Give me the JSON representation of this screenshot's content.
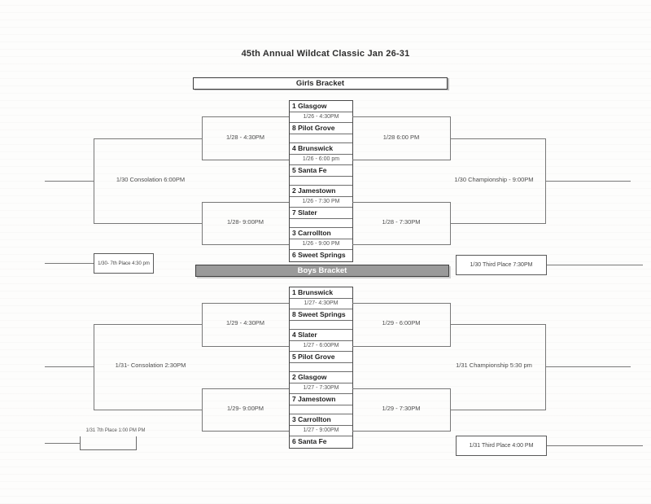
{
  "title": "45th Annual Wildcat Classic Jan 26-31",
  "colors": {
    "boys_band_bg": "#9a9a9a",
    "bracket_line": "#787878",
    "text": "#2e2e2e"
  },
  "girls": {
    "header_label": "Girls Bracket",
    "games": [
      {
        "top": "1 Glasgow",
        "time": "1/26 - 4:30PM",
        "bottom": "8 Pilot Grove"
      },
      {
        "top": "4 Brunswick",
        "time": "1/26 - 6:00 pm",
        "bottom": "5 Santa Fe"
      },
      {
        "top": "2 Jamestown",
        "time": "1/26 - 7:30 PM",
        "bottom": "7 Slater"
      },
      {
        "top": "3 Carrollton",
        "time": "1/26 - 9:00 PM",
        "bottom": "6 Sweet Springs"
      }
    ],
    "right_semi_top": "1/28 6:00 PM",
    "right_semi_bottom": "1/28 - 7:30PM",
    "left_semi_top": "1/28 - 4:30PM",
    "left_semi_bottom": "1/28- 9:00PM",
    "championship": "1/30 Championship - 9:00PM",
    "consolation": "1/30 Consolation 6:00PM",
    "third_place": "1/30 Third Place 7:30PM",
    "seventh_place": "1/30- 7th Place 4:30 pm"
  },
  "boys": {
    "header_label": "Boys Bracket",
    "games": [
      {
        "top": "1 Brunswick",
        "time": "1/27- 4:30PM",
        "bottom": "8 Sweet Springs"
      },
      {
        "top": "4 Slater",
        "time": "1/27 - 6:00PM",
        "bottom": "5 Pilot Grove"
      },
      {
        "top": "2 Glasgow",
        "time": "1/27 - 7:30PM",
        "bottom": "7 Jamestown"
      },
      {
        "top": "3 Carrollton",
        "time": "1/27 - 9:00PM",
        "bottom": "6 Santa Fe"
      }
    ],
    "right_semi_top": "1/29 - 6:00PM",
    "right_semi_bottom": "1/29 - 7:30PM",
    "left_semi_top": "1/29 - 4:30PM",
    "left_semi_bottom": "1/29- 9:00PM",
    "championship": "1/31 Championship 5:30 pm",
    "consolation": "1/31- Consolation 2:30PM",
    "third_place": "1/31 Third Place 4:00 PM",
    "seventh_place": "1/31 7th Place 1:00 PM PM"
  }
}
